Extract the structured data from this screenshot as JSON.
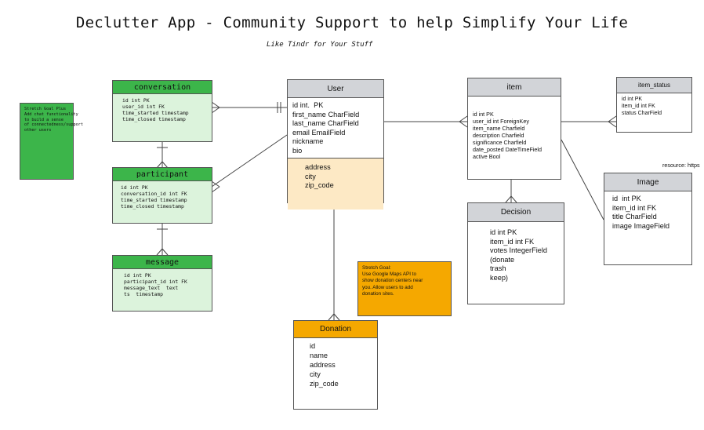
{
  "title": "Declutter App - Community Support to help Simplify Your Life",
  "subtitle": "Like Tindr for Your Stuff",
  "resource_label": "resource: https",
  "stretch_note_left": "Stretch Goal Plus\nAdd chat functionality\nto build a sense\nof connectedness/support\nother users",
  "stretch_note_center": "Stretch Goal:\nUse Google Maps API to\nshow donation centers near\nyou. Allow users to add\ndonation sites.",
  "entities": {
    "conversation": {
      "name": "conversation",
      "fields": "id int PK\nuser_id int FK\ntime_started timestamp\ntime_closed timestamp"
    },
    "participant": {
      "name": "participant",
      "fields": "id int PK\nconversation_id int FK\ntime_started timestamp\ntime_closed timestamp"
    },
    "message": {
      "name": "message",
      "fields": "id int PK\nparticipant_id int FK\nmessage_text  text\nts  timestamp"
    },
    "user": {
      "name": "User",
      "fields": "id int.  PK\nfirst_name CharField\nlast_name CharField\nemail EmailField\nnickname\nbio",
      "address_fields": "address\ncity\nzip_code"
    },
    "donation": {
      "name": "Donation",
      "fields": "id\nname\naddress\ncity\nzip_code"
    },
    "item": {
      "name": "item",
      "fields": "id int PK\nuser_id int ForeignKey\nitem_name Charfield\ndescription Charfield\nsignificance Charfield\ndate_posted DateTimeField\nactive Bool"
    },
    "item_status": {
      "name": "item_status",
      "fields": "id int PK\nitem_id int FK\nstatus CharField"
    },
    "decision": {
      "name": "Decision",
      "fields": "id int PK\nitem_id int FK\nvotes IntegerField\n(donate\ntrash\nkeep)"
    },
    "image": {
      "name": "Image",
      "fields": "id  int PK\nitem_id int FK\ntitle CharField\nimage ImageField"
    }
  },
  "colors": {
    "green_header": "#3cb54a",
    "green_body": "#dcf3dc",
    "grey_header": "#d2d4d8",
    "orange": "#f5a800",
    "address_fill": "#fde9c5",
    "note_green": "#3cb54a"
  }
}
